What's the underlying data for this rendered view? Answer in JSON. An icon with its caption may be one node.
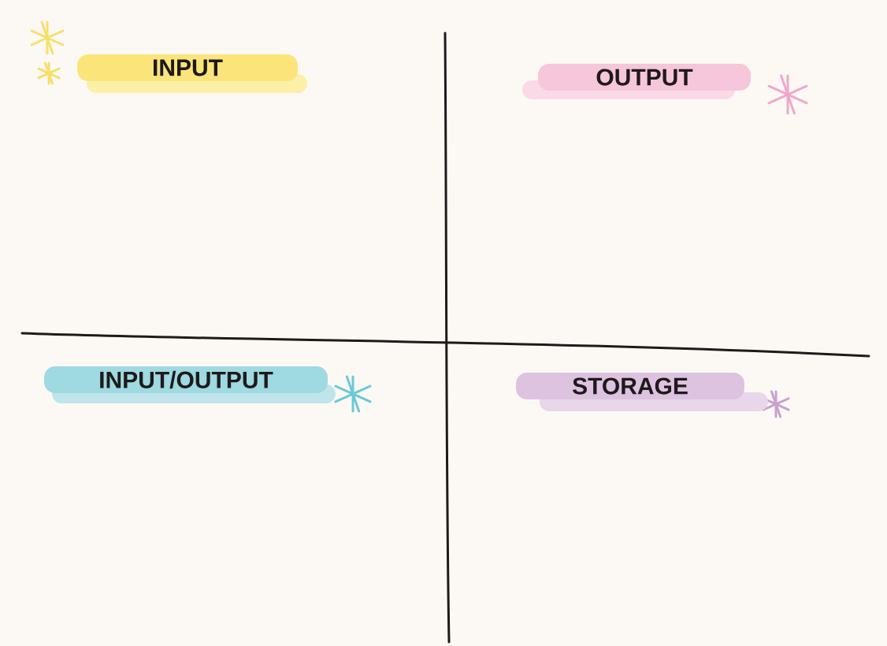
{
  "diagram": {
    "nodes": [
      {
        "text": [
          "INPUT"
        ]
      },
      {
        "text": [
          "OUTPUT"
        ]
      },
      {
        "text": [
          "INPUT/OUTPUT"
        ]
      },
      {
        "text": [
          "STORAGE"
        ]
      }
    ]
  }
}
